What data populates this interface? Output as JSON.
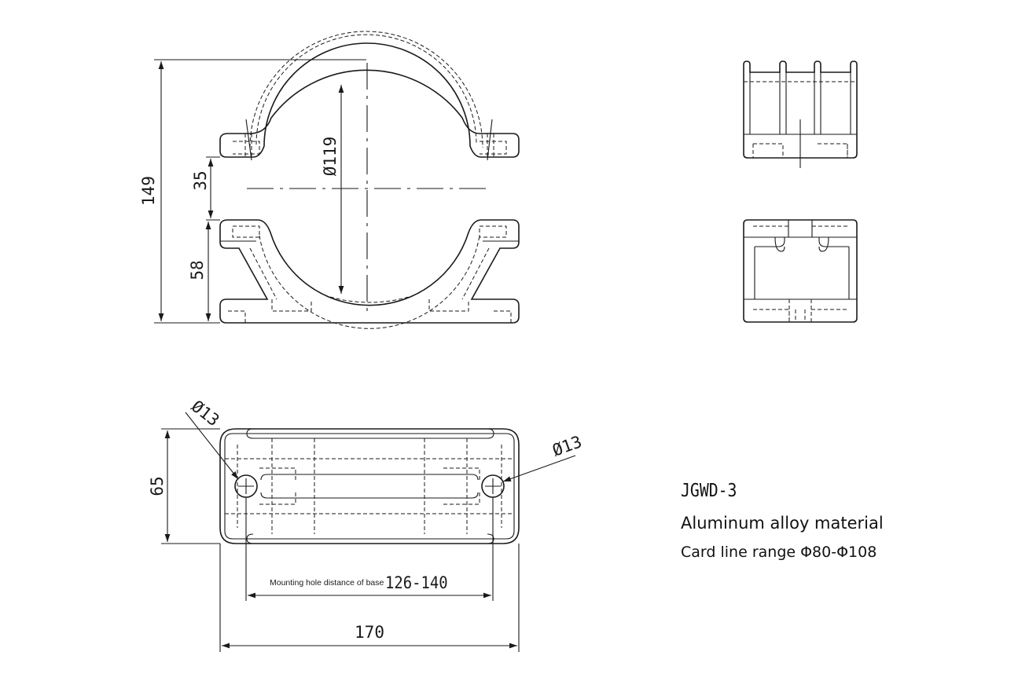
{
  "dimensions": {
    "overall_height": "149",
    "gap": "35",
    "lower_height": "58",
    "bore_diameter": "Ø119",
    "base_width": "65",
    "hole_left": "Ø13",
    "hole_right": "Ø13",
    "hole_spacing": "126-140",
    "hole_spacing_label": "Mounting hole distance of base",
    "overall_length": "170"
  },
  "specs": {
    "model": "JGWD-3",
    "material": "Aluminum alloy material",
    "range": "Card line range Φ80-Φ108"
  }
}
